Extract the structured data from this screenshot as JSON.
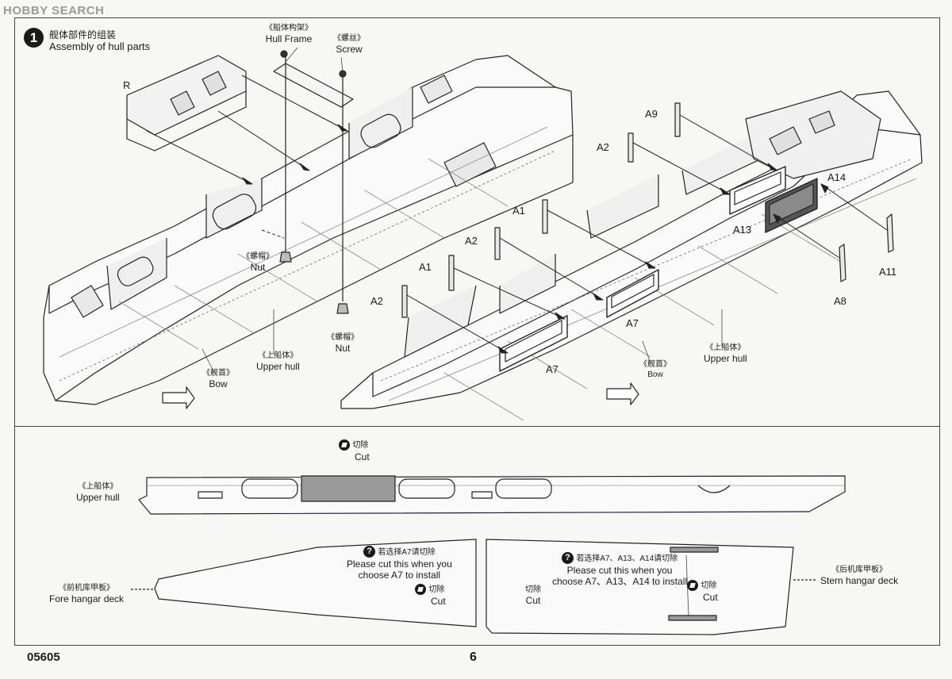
{
  "watermark": "HOBBY SEARCH",
  "step": {
    "number": "1",
    "title_cn": "舰体部件的组装",
    "title_en": "Assembly of hull parts"
  },
  "callouts": {
    "hull_frame_cn": "《船体构架》",
    "hull_frame_en": "Hull Frame",
    "screw_cn": "《螺丝》",
    "screw_en": "Screw",
    "nut1_cn": "《螺帽》",
    "nut1_en": "Nut",
    "nut2_cn": "《螺帽》",
    "nut2_en": "Nut",
    "upper_hull_left_cn": "《上船体》",
    "upper_hull_left_en": "Upper hull",
    "bow_left_cn": "《舰首》",
    "bow_left_en": "Bow",
    "upper_hull_right_cn": "《上船体》",
    "upper_hull_right_en": "Upper hull",
    "bow_right_cn": "《舰首》",
    "bow_right_en": "Bow"
  },
  "parts": {
    "r": "R",
    "a9": "A9",
    "a2_a": "A2",
    "a14": "A14",
    "a1_a": "A1",
    "a2_b": "A2",
    "a13": "A13",
    "a1_b": "A1",
    "a11": "A11",
    "a2_c": "A2",
    "a7_a": "A7",
    "a8": "A8",
    "a7_b": "A7"
  },
  "bottom": {
    "cut_top_cn": "切除",
    "cut_top_en": "Cut",
    "upper_hull_cn": "《上船体》",
    "upper_hull_en": "Upper hull",
    "note_a7_cn": "若选择A7请切除",
    "note_a7_en_1": "Please cut this when you",
    "note_a7_en_2": "choose A7 to install",
    "cut_fore_cn": "切除",
    "cut_fore_en": "Cut",
    "fore_deck_cn": "《前机库甲板》",
    "fore_deck_en": "Fore hangar deck",
    "note_a13_cn": "若选择A7、A13、A14请切除",
    "note_a13_en_1": "Please cut this when you",
    "note_a13_en_2": "choose A7、A13、A14 to install",
    "cut_stern_left_cn": "切除",
    "cut_stern_left_en": "Cut",
    "cut_stern_right_cn": "切除",
    "cut_stern_right_en": "Cut",
    "stern_deck_cn": "《后机库甲板》",
    "stern_deck_en": "Stern hangar deck"
  },
  "footer": {
    "code": "05605",
    "page": "6"
  }
}
